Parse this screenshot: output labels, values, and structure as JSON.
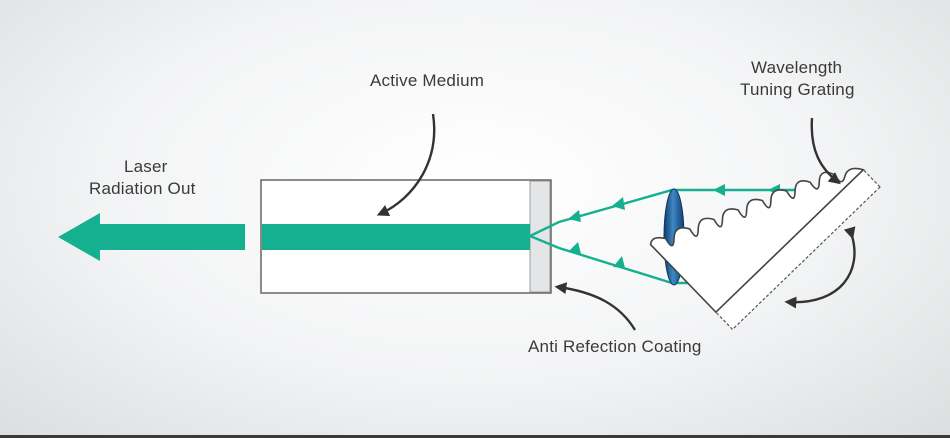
{
  "labels": {
    "laser_line1": "Laser",
    "laser_line2": "Radiation Out",
    "active_medium": "Active Medium",
    "grating_line1": "Wavelength",
    "grating_line2": "Tuning Grating",
    "coating": "Anti Refection Coating"
  },
  "colors": {
    "beam": "#15b08f",
    "lens": "#1d5d95",
    "outline": "#555555",
    "text": "#3a3a3a"
  }
}
